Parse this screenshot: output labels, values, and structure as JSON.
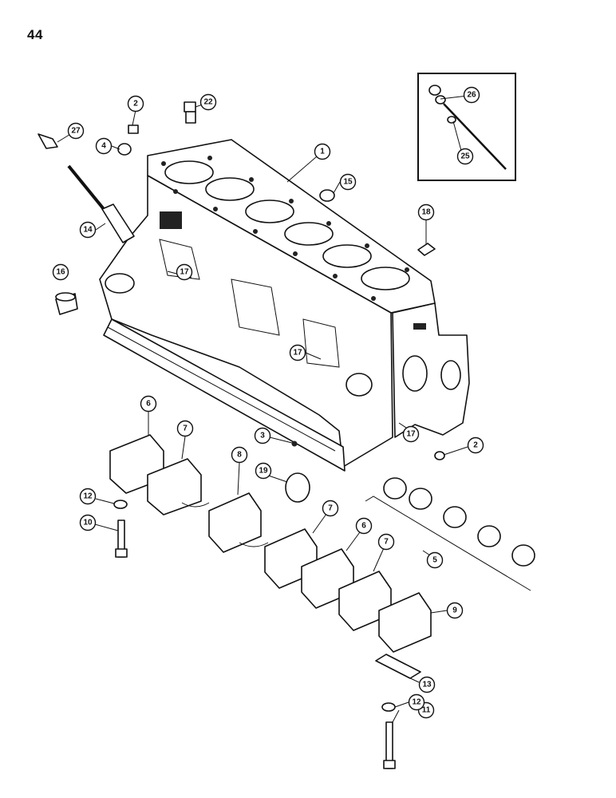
{
  "page_number": "44",
  "callouts": [
    {
      "id": "c1",
      "label": "1"
    },
    {
      "id": "c2a",
      "label": "2"
    },
    {
      "id": "c2b",
      "label": "2"
    },
    {
      "id": "c3",
      "label": "3"
    },
    {
      "id": "c4",
      "label": "4"
    },
    {
      "id": "c5",
      "label": "5"
    },
    {
      "id": "c6a",
      "label": "6"
    },
    {
      "id": "c6b",
      "label": "6"
    },
    {
      "id": "c7a",
      "label": "7"
    },
    {
      "id": "c7b",
      "label": "7"
    },
    {
      "id": "c7c",
      "label": "7"
    },
    {
      "id": "c8",
      "label": "8"
    },
    {
      "id": "c9",
      "label": "9"
    },
    {
      "id": "c10",
      "label": "10"
    },
    {
      "id": "c11",
      "label": "11"
    },
    {
      "id": "c12a",
      "label": "12"
    },
    {
      "id": "c12b",
      "label": "12"
    },
    {
      "id": "c13",
      "label": "13"
    },
    {
      "id": "c14",
      "label": "14"
    },
    {
      "id": "c15",
      "label": "15"
    },
    {
      "id": "c16",
      "label": "16"
    },
    {
      "id": "c17a",
      "label": "17"
    },
    {
      "id": "c17b",
      "label": "17"
    },
    {
      "id": "c17c",
      "label": "17"
    },
    {
      "id": "c18",
      "label": "18"
    },
    {
      "id": "c19",
      "label": "19"
    },
    {
      "id": "c22",
      "label": "22"
    },
    {
      "id": "c25",
      "label": "25"
    },
    {
      "id": "c26",
      "label": "26"
    },
    {
      "id": "c27",
      "label": "27"
    }
  ]
}
